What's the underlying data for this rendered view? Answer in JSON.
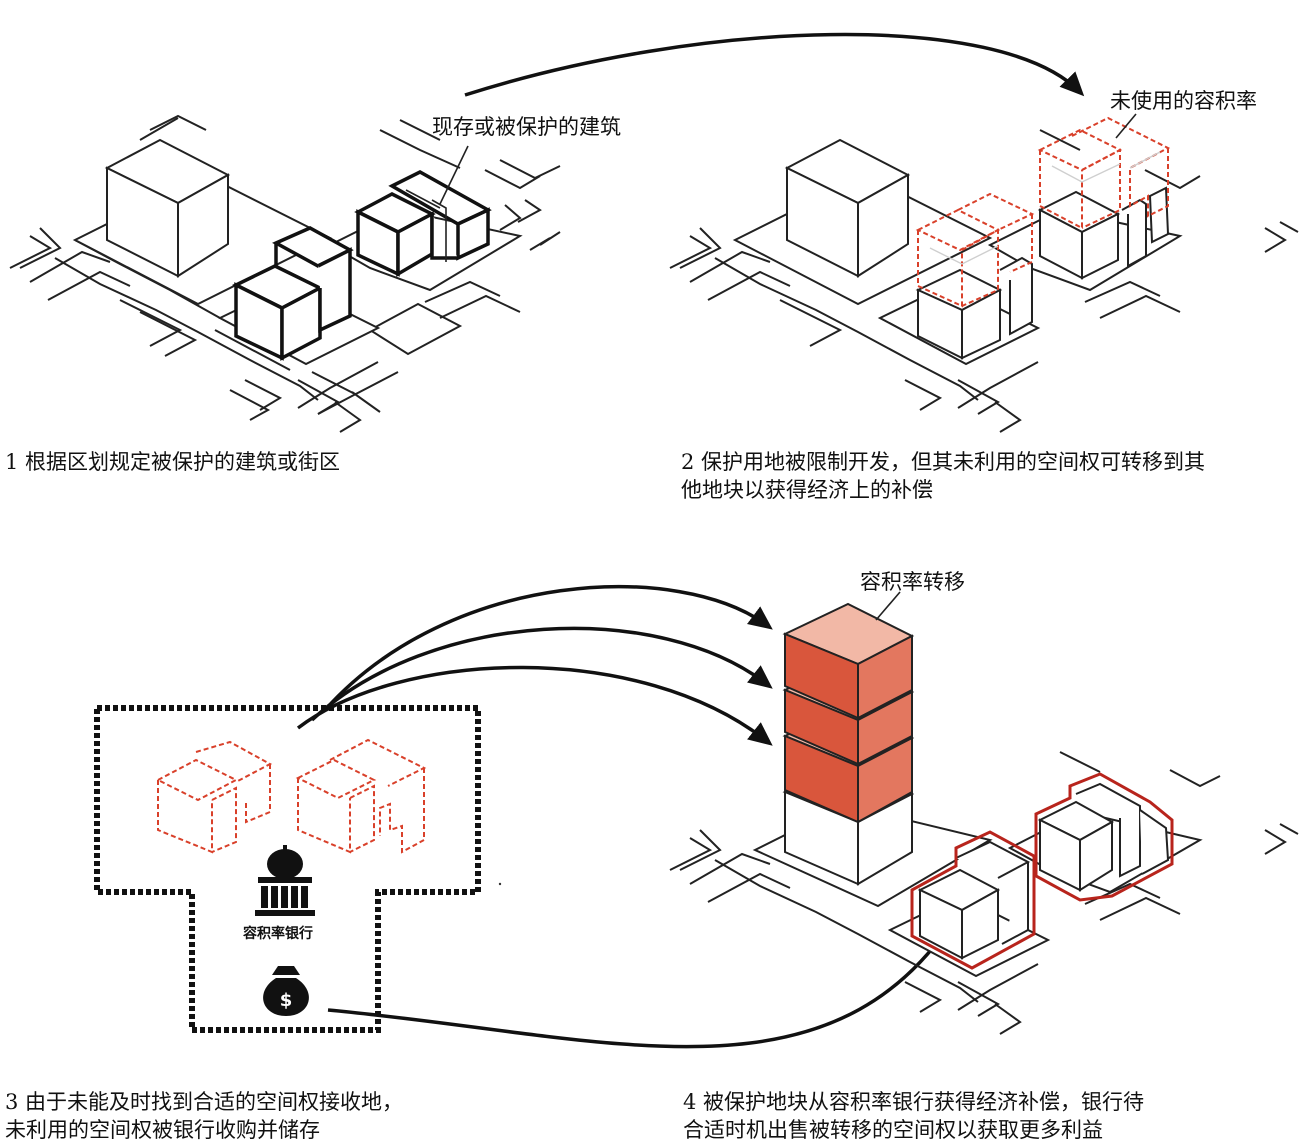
{
  "panel1": {
    "callout": "现存或被保护的建筑",
    "caption": "1 根据区划规定被保护的建筑或街区"
  },
  "panel2": {
    "callout": "未使用的容积率",
    "caption": "2 保护用地被限制开发，但其未利用的空间权可转移到其\n他地块以获得经济上的补偿"
  },
  "panel3": {
    "bank_label": "容积率银行",
    "bank_icon": "bank-building-icon",
    "money_icon": "money-bag-icon",
    "caption": "3 由于未能及时找到合适的空间权接收地，\n未利用的空间权被银行收购并储存"
  },
  "panel4": {
    "callout": "容积率转移",
    "caption": "4 被保护地块从容积率银行获得经济补偿，银行待\n合适时机出售被转移的空间权以获取更多利益"
  },
  "colors": {
    "ink": "#111111",
    "far_outline": "#d9402a",
    "far_fill_dark": "#d9563c",
    "far_fill_light": "#f2b8a6",
    "protected_outline": "#b8241c"
  }
}
